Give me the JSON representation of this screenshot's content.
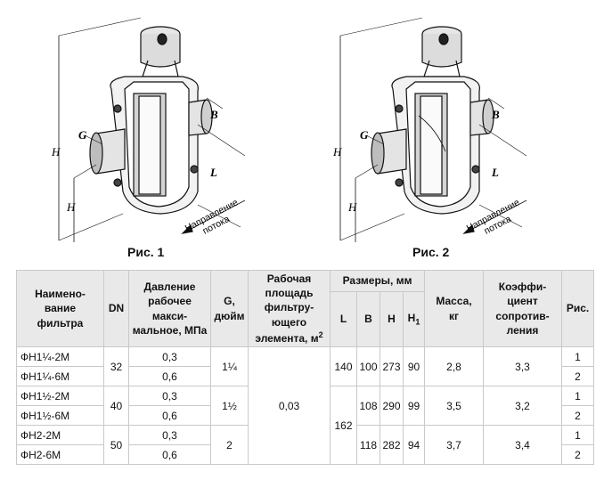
{
  "figures": [
    {
      "caption": "Рис. 1",
      "labels": {
        "B": "B",
        "G": "G",
        "H": "H",
        "H1": "H",
        "L": "L"
      },
      "flow_text_1": "Направление",
      "flow_text_2": "потока"
    },
    {
      "caption": "Рис. 2",
      "labels": {
        "B": "B",
        "G": "G",
        "H": "H",
        "H1": "H",
        "L": "L"
      },
      "flow_text_1": "Направление",
      "flow_text_2": "потока"
    }
  ],
  "table": {
    "headers": {
      "name": [
        "Наимено-",
        "вание",
        "фильтра"
      ],
      "dn": "DN",
      "pressure": [
        "Давление",
        "рабочее",
        "макси-",
        "мальное, МПа"
      ],
      "g": [
        "G,",
        "дюйм"
      ],
      "area": [
        "Рабочая",
        "площадь",
        "фильтру-",
        "ющего",
        "элемента, м"
      ],
      "area_sup": "2",
      "sizes": "Размеры, мм",
      "L": "L",
      "B": "B",
      "H": "H",
      "H1": "H",
      "H1_sub": "1",
      "mass": [
        "Масса,",
        "кг"
      ],
      "coef": [
        "Коэффи-",
        "циент",
        "сопротив-",
        "ления"
      ],
      "fig": "Рис."
    },
    "rows": [
      {
        "name": "ФН1¼-2М",
        "pressure": "0,3",
        "fig": "1"
      },
      {
        "name": "ФН1¼-6М",
        "pressure": "0,6",
        "fig": "2"
      },
      {
        "name": "ФН1½-2М",
        "pressure": "0,3",
        "fig": "1"
      },
      {
        "name": "ФН1½-6М",
        "pressure": "0,6",
        "fig": "2"
      },
      {
        "name": "ФН2-2М",
        "pressure": "0,3",
        "fig": "1"
      },
      {
        "name": "ФН2-6М",
        "pressure": "0,6",
        "fig": "2"
      }
    ],
    "groups": [
      {
        "dn": "32",
        "g": "1¼",
        "B": "100",
        "H": "273",
        "H1": "90",
        "mass": "2,8",
        "coef": "3,3"
      },
      {
        "dn": "40",
        "g": "1½",
        "B": "108",
        "H": "290",
        "H1": "99",
        "mass": "3,5",
        "coef": "3,2"
      },
      {
        "dn": "50",
        "g": "2",
        "B": "118",
        "H": "282",
        "H1": "94",
        "mass": "3,7",
        "coef": "3,4"
      }
    ],
    "area_value": "0,03",
    "L_values": [
      "140",
      "162"
    ]
  }
}
